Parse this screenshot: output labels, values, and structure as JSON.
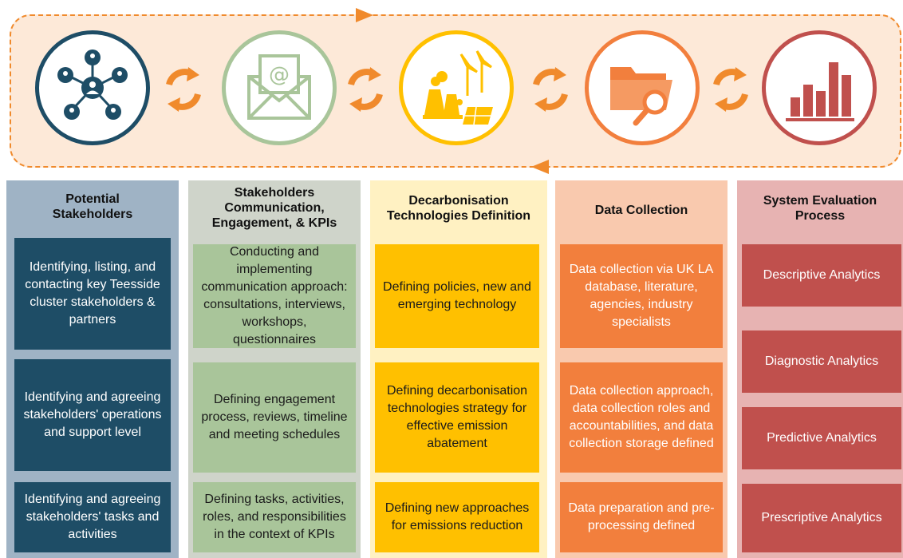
{
  "colors": {
    "band_fill": "#fde9d8",
    "band_border": "#f08a2c",
    "col1": "#1e4d66",
    "col1_bg": "#9fb3c5",
    "col2": "#a9c59a",
    "col2_bg": "#cfd4ca",
    "col3": "#ffc000",
    "col3_bg": "#fff1c2",
    "col4": "#f27f3d",
    "col4_bg": "#f9c9ae",
    "col5": "#c0504d",
    "col5_bg": "#e7b3b2"
  },
  "icons": [
    "stakeholder-network-icon",
    "email-envelope-icon",
    "energy-technologies-icon",
    "folder-search-icon",
    "bar-chart-icon"
  ],
  "columns": [
    {
      "title": "Potential\nStakeholders",
      "boxes": [
        "Identifying, listing, and\ncontacting key Teesside\ncluster stakeholders &\npartners",
        "Identifying and agreeing\nstakeholders' operations\nand support level",
        "Identifying and agreeing\nstakeholders' tasks and\nactivities"
      ]
    },
    {
      "title": "Stakeholders\nCommunication,\nEngagement, & KPIs",
      "boxes": [
        "Conducting and\nimplementing\ncommunication approach:\nconsultations, interviews,\nworkshops, questionnaires",
        "Defining engagement\nprocess, reviews, timeline\nand meeting schedules",
        "Defining tasks, activities,\nroles, and responsibilities\nin the context of KPIs"
      ]
    },
    {
      "title": "Decarbonisation\nTechnologies Definition",
      "boxes": [
        "Defining policies, new and\nemerging technology",
        "Defining decarbonisation\ntechnologies strategy for\neffective emission\nabatement",
        "Defining new approaches\nfor emissions reduction"
      ]
    },
    {
      "title": "Data Collection",
      "boxes": [
        "Data collection via UK LA\ndatabase, literature,\nagencies, industry\nspecialists",
        "Data collection approach,\ndata collection roles and\naccountabilities, and data\ncollection storage defined",
        "Data preparation and pre-\nprocessing defined"
      ]
    },
    {
      "title": "System Evaluation\nProcess",
      "boxes": [
        "Descriptive Analytics",
        "Diagnostic Analytics",
        "Predictive Analytics",
        "Prescriptive Analytics"
      ]
    }
  ]
}
